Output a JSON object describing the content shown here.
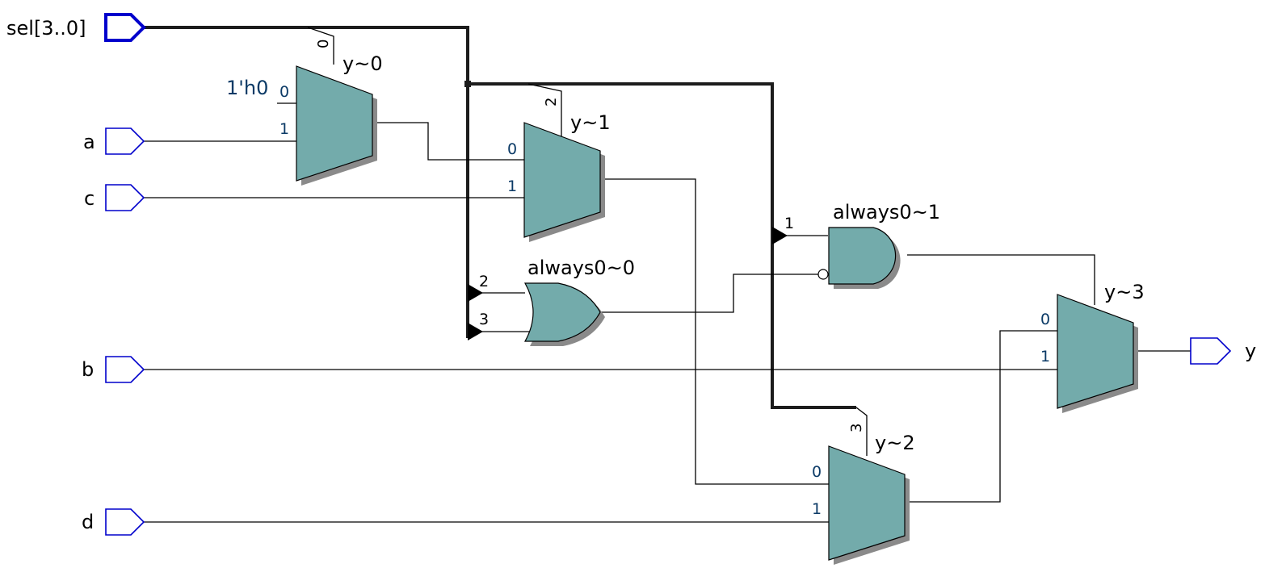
{
  "inputs": {
    "sel": "sel[3..0]",
    "a": "a",
    "c": "c",
    "b": "b",
    "d": "d"
  },
  "output": {
    "y": "y"
  },
  "cells": {
    "mux0": {
      "name": "y~0",
      "sel_bit": "0",
      "const": "1'h0",
      "in0": "0",
      "in1": "1"
    },
    "mux1": {
      "name": "y~1",
      "sel_bit": "2",
      "in0": "0",
      "in1": "1"
    },
    "mux2": {
      "name": "y~2",
      "sel_bit": "3",
      "in0": "0",
      "in1": "1"
    },
    "mux3": {
      "name": "y~3",
      "in0": "0",
      "in1": "1"
    },
    "or_gate": {
      "name": "always0~0",
      "in0": "2",
      "in1": "3"
    },
    "and_gate": {
      "name": "always0~1",
      "in0": "1"
    }
  },
  "colors": {
    "cell_fill": "#73abab",
    "port_stroke": "#0000cc",
    "pin_text": "#0b3a66"
  }
}
